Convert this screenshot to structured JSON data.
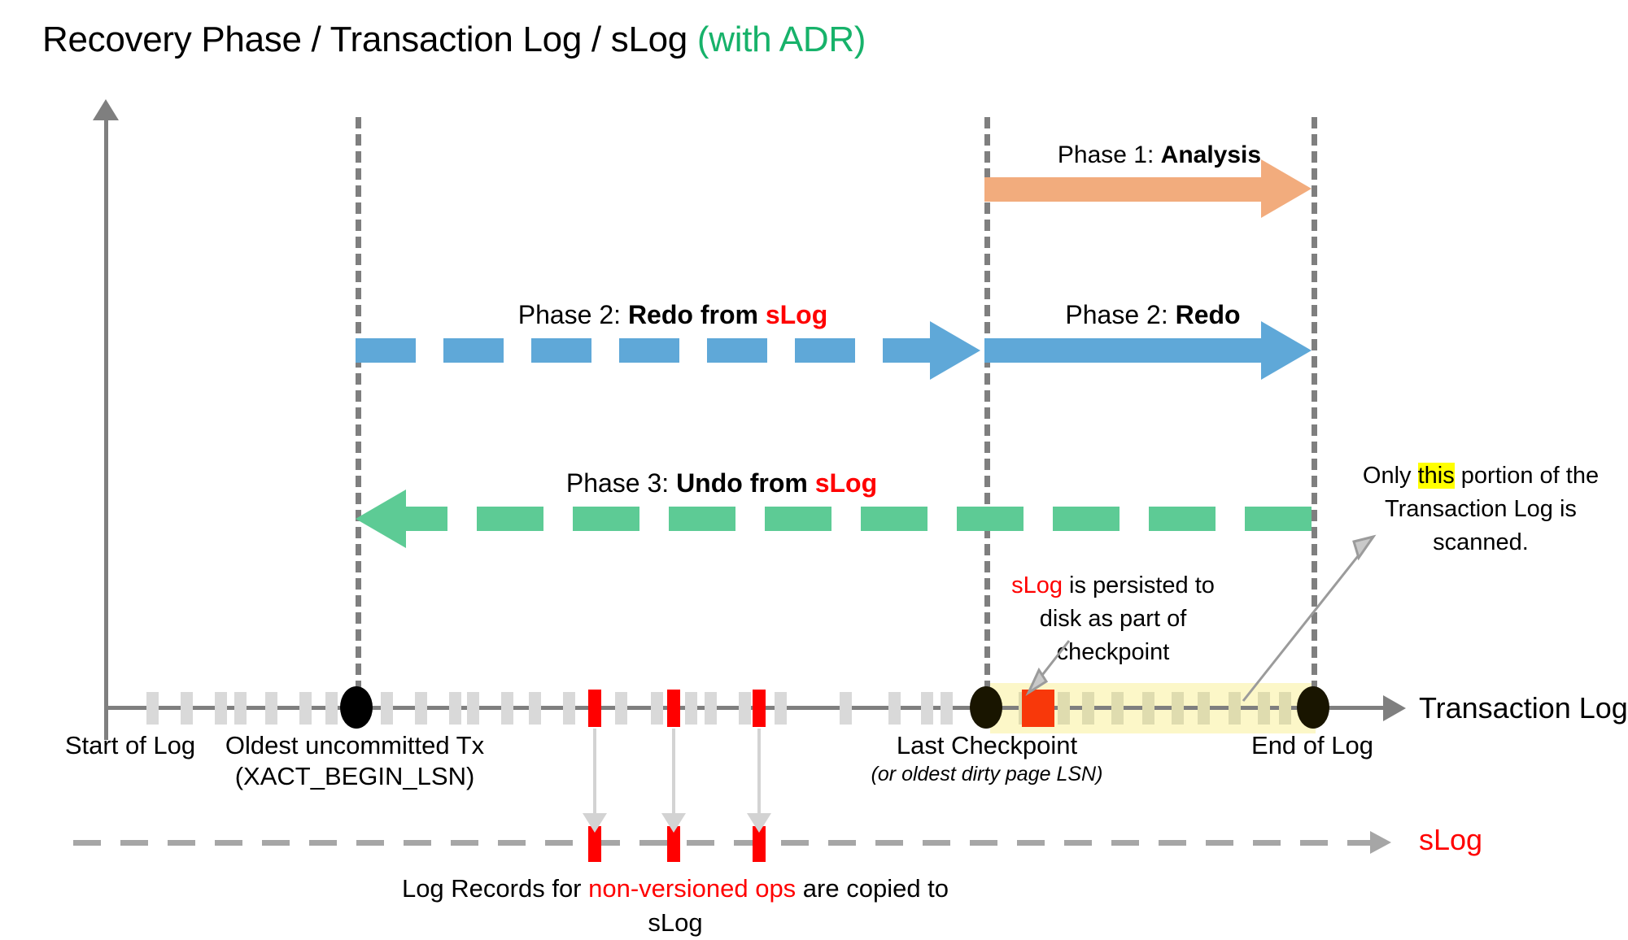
{
  "title": {
    "main": "Recovery Phase / Transaction Log / sLog ",
    "suffix": "(with ADR)"
  },
  "colors": {
    "analysis_orange": "#F2AC7D",
    "redo_blue": "#5FA8D8",
    "undo_green": "#5DCB95",
    "slog_red": "#FF0000",
    "checkpoint_record": "#F8380A",
    "scan_highlight": "#FCF7C8",
    "axis_gray": "#7F7F7F",
    "log_record_gray": "#D9D9D9",
    "adr_green": "#17B26A",
    "text_highlight_yellow": "#FFFF00"
  },
  "phases": [
    {
      "id": "phase-1",
      "prefix": "Phase 1: ",
      "name": "Analysis",
      "style": "solid",
      "direction": "right",
      "from": "Last Checkpoint",
      "to": "End of Log",
      "color": "#F2AC7D"
    },
    {
      "id": "phase-2-slog",
      "prefix": "Phase 2: ",
      "name": "Redo from ",
      "emphasis": "sLog",
      "style": "dashed",
      "direction": "right",
      "from": "Oldest uncommitted Tx",
      "to": "Last Checkpoint",
      "color": "#5FA8D8"
    },
    {
      "id": "phase-2-redo",
      "prefix": "Phase 2: ",
      "name": "Redo",
      "style": "solid",
      "direction": "right",
      "from": "Last Checkpoint",
      "to": "End of Log",
      "color": "#5FA8D8"
    },
    {
      "id": "phase-3-undo",
      "prefix": "Phase 3: ",
      "name": "Undo from ",
      "emphasis": "sLog",
      "style": "dashed",
      "direction": "left",
      "from": "End of Log",
      "to": "Oldest uncommitted Tx",
      "color": "#5DCB95"
    }
  ],
  "axis": {
    "transaction_log_label": "Transaction Log",
    "slog_label": "sLog",
    "markers": [
      {
        "id": "start-of-log",
        "label": "Start of Log",
        "sublabel": ""
      },
      {
        "id": "oldest-tx",
        "label": "Oldest uncommitted Tx",
        "sublabel": "(XACT_BEGIN_LSN)"
      },
      {
        "id": "last-checkpoint",
        "label": "Last Checkpoint",
        "sublabel": "(or oldest dirty page LSN)"
      },
      {
        "id": "end-of-log",
        "label": "End of Log",
        "sublabel": ""
      }
    ]
  },
  "annotations": {
    "checkpoint": {
      "emphasis": "sLog",
      "rest": " is persisted to disk as part of checkpoint"
    },
    "scan": {
      "lead": "Only ",
      "highlight": "this",
      "rest": " portion of the Transaction Log is scanned."
    },
    "slog_caption": {
      "lead": "Log Records for ",
      "emphasis": "non-versioned ops",
      "rest": " are copied to sLog"
    }
  }
}
